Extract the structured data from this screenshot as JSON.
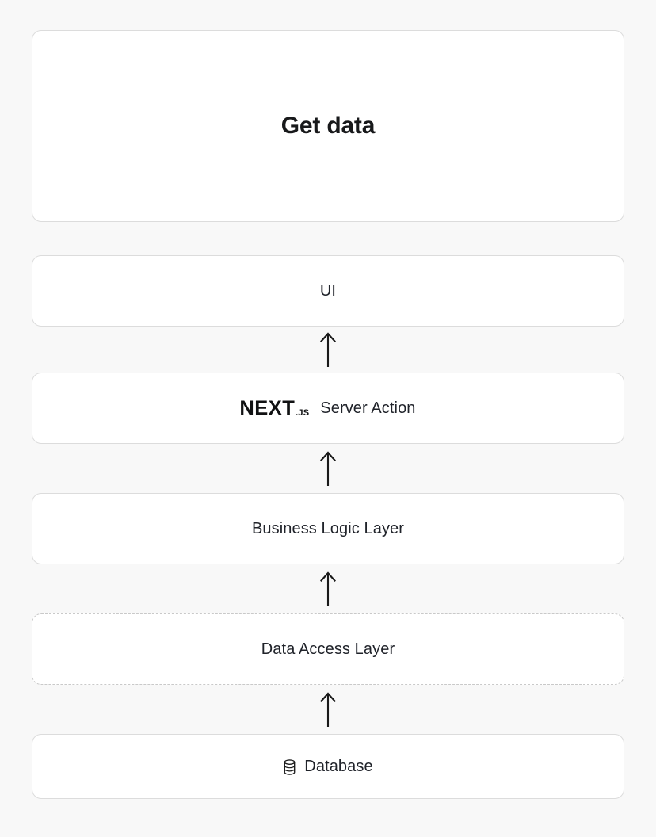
{
  "background_color": "#f8f8f8",
  "box_fill_color": "#ffffff",
  "box_border_color": "#dcdcdc",
  "dashed_border_color": "#c9c9c9",
  "text_color": "#20232a",
  "heading_color": "#18191b",
  "arrow_color": "#1a1a1a",
  "diagram": {
    "title": "Get data",
    "nodes": [
      {
        "id": "get-data",
        "label": "Get data",
        "style": "hero",
        "border": "solid"
      },
      {
        "id": "ui",
        "label": "UI",
        "style": "row",
        "border": "solid"
      },
      {
        "id": "server-action",
        "label": "Server Action",
        "logo_word": "NEXT",
        "logo_suffix": ".JS",
        "logo_name": "nextjs-logo",
        "style": "row",
        "border": "solid"
      },
      {
        "id": "business-logic-layer",
        "label": "Business Logic Layer",
        "style": "row",
        "border": "solid"
      },
      {
        "id": "data-access-layer",
        "label": "Data Access Layer",
        "style": "row",
        "border": "dashed"
      },
      {
        "id": "database",
        "label": "Database",
        "icon": "database-icon",
        "style": "db",
        "border": "solid"
      }
    ],
    "connectors": [
      {
        "id": "arrow-ui-to-server-action",
        "direction": "up",
        "glyph": "arrow-up-icon"
      },
      {
        "id": "arrow-server-action-to-business",
        "direction": "up",
        "glyph": "arrow-up-icon"
      },
      {
        "id": "arrow-business-to-data-access",
        "direction": "up",
        "glyph": "arrow-up-icon"
      },
      {
        "id": "arrow-data-access-to-database",
        "direction": "up",
        "glyph": "arrow-up-icon"
      }
    ]
  }
}
